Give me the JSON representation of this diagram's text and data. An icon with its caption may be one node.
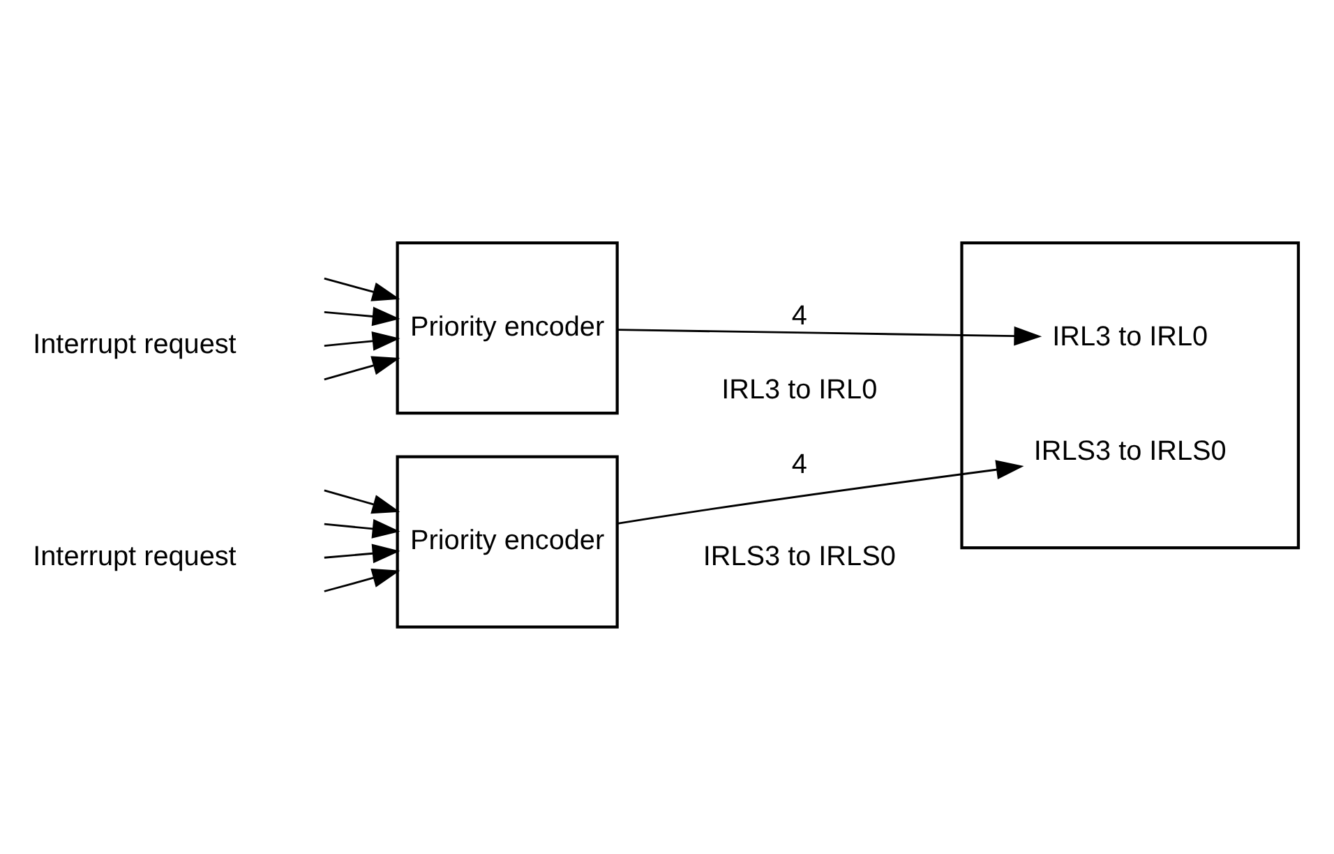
{
  "diagram": {
    "nodes": [
      {
        "text": [
          "Priority encoder"
        ]
      },
      {
        "text": [
          "Priority encoder"
        ]
      },
      {
        "text": [],
        "shape": "box"
      },
      {
        "text": [
          "IRL3 to IRL0"
        ],
        "in": 2
      },
      {
        "text": [
          "IRLS3 to IRLS0"
        ],
        "in": 2
      }
    ],
    "edges": [
      {
        "from": null,
        "to": 0,
        "arrow": "to"
      },
      {
        "from": null,
        "to": 0,
        "arrow": "to"
      },
      {
        "from": null,
        "to": 0,
        "arrow": "to"
      },
      {
        "from": null,
        "to": 0,
        "arrow": "to"
      },
      {
        "from": null,
        "to": 1,
        "arrow": "to"
      },
      {
        "from": null,
        "to": 1,
        "arrow": "to"
      },
      {
        "from": null,
        "to": 1,
        "arrow": "to"
      },
      {
        "from": null,
        "to": 1,
        "arrow": "to"
      },
      {
        "from": 0,
        "to": 3,
        "label": "4",
        "arrow": "to"
      },
      {
        "from": 1,
        "to": 4,
        "label": "4",
        "arrow": "to"
      }
    ],
    "labels": [
      "Interrupt request",
      "Interrupt request",
      "IRL3 to IRL0",
      "IRLS3 to IRLS0"
    ]
  }
}
